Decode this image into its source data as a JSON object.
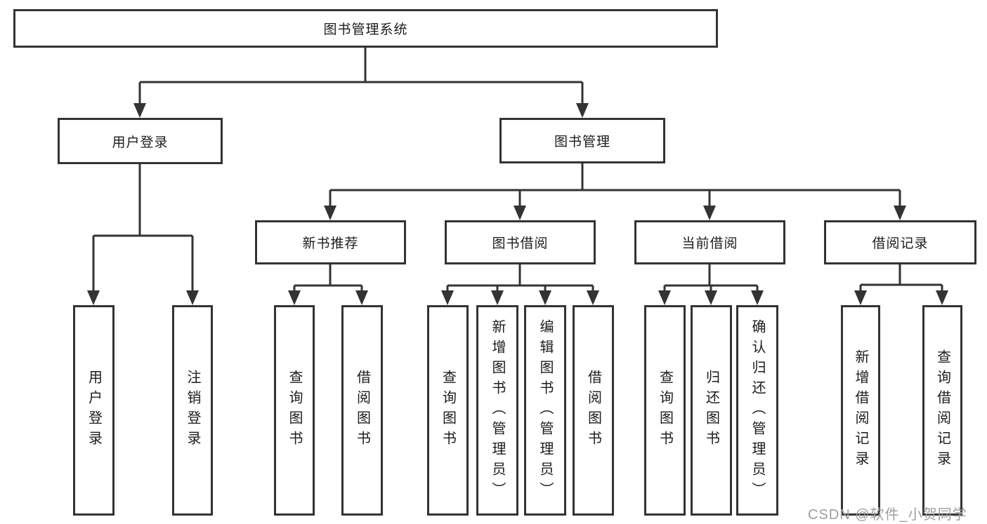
{
  "tree": {
    "label": "图书管理系统",
    "children": [
      {
        "label": "用户登录",
        "children": [
          {
            "label": "用户登录"
          },
          {
            "label": "注销登录"
          }
        ]
      },
      {
        "label": "图书管理",
        "children": [
          {
            "label": "新书推荐",
            "children": [
              {
                "label": "查询图书"
              },
              {
                "label": "借阅图书"
              }
            ]
          },
          {
            "label": "图书借阅",
            "children": [
              {
                "label": "查询图书"
              },
              {
                "label": "新增图书（管理员）"
              },
              {
                "label": "编辑图书（管理员）"
              },
              {
                "label": "借阅图书"
              }
            ]
          },
          {
            "label": "当前借阅",
            "children": [
              {
                "label": "查询图书"
              },
              {
                "label": "归还图书"
              },
              {
                "label": "确认归还（管理员）"
              }
            ]
          },
          {
            "label": "借阅记录",
            "children": [
              {
                "label": "新增借阅记录"
              },
              {
                "label": "查询借阅记录"
              }
            ]
          }
        ]
      }
    ]
  },
  "watermark": {
    "text": "CSDN @软件_小贺同学"
  },
  "colors": {
    "line": "#333333",
    "box_border": "#333333",
    "text": "#1c1c1c",
    "background": "#ffffff",
    "watermark": "#9e9e9e"
  }
}
